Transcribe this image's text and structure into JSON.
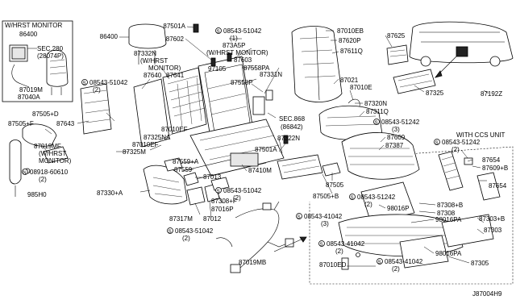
{
  "diagram_id": "J87004H9",
  "labels": [
    {
      "id": "86400a",
      "text": "W/HRST MONITOR",
      "anchor": "start"
    },
    {
      "id": "86400b",
      "text": "86400",
      "anchor": "start"
    },
    {
      "id": "sec280a",
      "text": "SEC.280",
      "anchor": "start"
    },
    {
      "id": "sec280b",
      "text": "(28074P)",
      "anchor": "start"
    },
    {
      "id": "87019M",
      "text": "87019M",
      "anchor": "start"
    },
    {
      "id": "87040A",
      "text": "87040A",
      "anchor": "start"
    },
    {
      "id": "86400c",
      "text": "86400",
      "anchor": "end"
    },
    {
      "id": "87501A_top",
      "text": "87501A",
      "anchor": "end"
    },
    {
      "id": "87602",
      "text": "87602",
      "anchor": "end"
    },
    {
      "id": "87332N_a",
      "text": "87332N",
      "anchor": "start"
    },
    {
      "id": "87332N_b",
      "text": "(W/HRST",
      "anchor": "start"
    },
    {
      "id": "87332N_c",
      "text": "MONITOR)",
      "anchor": "start"
    },
    {
      "id": "87640",
      "text": "87640",
      "anchor": "start"
    },
    {
      "id": "87641",
      "text": "87641",
      "anchor": "start"
    },
    {
      "id": "s08543_51042_a",
      "text": "08543-51042",
      "anchor": "start"
    },
    {
      "id": "s08543_51042_a2",
      "text": "(2)",
      "anchor": "start"
    },
    {
      "id": "87505D",
      "text": "87505+D",
      "anchor": "start"
    },
    {
      "id": "87505F",
      "text": "87505+F",
      "anchor": "start"
    },
    {
      "id": "87643",
      "text": "87643",
      "anchor": "start"
    },
    {
      "id": "87019MF_a",
      "text": "87019MF",
      "anchor": "start"
    },
    {
      "id": "87019MF_b",
      "text": "(W/HRST",
      "anchor": "start"
    },
    {
      "id": "87019MF_c",
      "text": "MONITOR)",
      "anchor": "start"
    },
    {
      "id": "87010EF_a",
      "text": "87010EF",
      "anchor": "start"
    },
    {
      "id": "87325NA",
      "text": "87325NA",
      "anchor": "start"
    },
    {
      "id": "87010EF_b",
      "text": "87010EF",
      "anchor": "start"
    },
    {
      "id": "87325M",
      "text": "87325M",
      "anchor": "start"
    },
    {
      "id": "n08918",
      "text": "08918-60610",
      "anchor": "start"
    },
    {
      "id": "n08918_2",
      "text": "(2)",
      "anchor": "start"
    },
    {
      "id": "985H0",
      "text": "985H0",
      "anchor": "start"
    },
    {
      "id": "87330A",
      "text": "87330+A",
      "anchor": "start"
    },
    {
      "id": "s08543_51042_top",
      "text": "08543-51042",
      "anchor": "start"
    },
    {
      "id": "s08543_51042_top2",
      "text": "(1)",
      "anchor": "start"
    },
    {
      "id": "873A5P_a",
      "text": "873A5P",
      "anchor": "start"
    },
    {
      "id": "873A5P_b",
      "text": "(W/HRST MONITOR)",
      "anchor": "start"
    },
    {
      "id": "87603",
      "text": "87603",
      "anchor": "start"
    },
    {
      "id": "97105",
      "text": "97105",
      "anchor": "start"
    },
    {
      "id": "87558PA",
      "text": "87558PA",
      "anchor": "start"
    },
    {
      "id": "87331N",
      "text": "87331N",
      "anchor": "start"
    },
    {
      "id": "87558P",
      "text": "87558P",
      "anchor": "start"
    },
    {
      "id": "sec868a",
      "text": "SEC.868",
      "anchor": "start"
    },
    {
      "id": "sec868b",
      "text": "(86842)",
      "anchor": "start"
    },
    {
      "id": "87559A",
      "text": "87559+A",
      "anchor": "start"
    },
    {
      "id": "87559",
      "text": "87559",
      "anchor": "start"
    },
    {
      "id": "87013",
      "text": "87013",
      "anchor": "start"
    },
    {
      "id": "87410M",
      "text": "87410M",
      "anchor": "start"
    },
    {
      "id": "87308F",
      "text": "87308+F",
      "anchor": "start"
    },
    {
      "id": "87016P",
      "text": "87016P",
      "anchor": "start"
    },
    {
      "id": "87317M",
      "text": "87317M",
      "anchor": "start"
    },
    {
      "id": "87012",
      "text": "87012",
      "anchor": "start"
    },
    {
      "id": "s08543_51042_mid",
      "text": "08543-51042",
      "anchor": "start"
    },
    {
      "id": "s08543_51042_mid2",
      "text": "(2)",
      "anchor": "start"
    },
    {
      "id": "s08543_51042_bot",
      "text": "08543-51042",
      "anchor": "start"
    },
    {
      "id": "s08543_51042_bot2",
      "text": "(2)",
      "anchor": "start"
    },
    {
      "id": "87019MB",
      "text": "87019MB",
      "anchor": "start"
    },
    {
      "id": "87322N",
      "text": "87322N",
      "anchor": "start"
    },
    {
      "id": "87501A_mid",
      "text": "87501A",
      "anchor": "start"
    },
    {
      "id": "87505",
      "text": "87505",
      "anchor": "start"
    },
    {
      "id": "87505B",
      "text": "87505+B",
      "anchor": "start"
    },
    {
      "id": "87010EB",
      "text": "87010EB",
      "anchor": "start"
    },
    {
      "id": "87620P",
      "text": "87620P",
      "anchor": "start"
    },
    {
      "id": "87611Q",
      "text": "87611Q",
      "anchor": "start"
    },
    {
      "id": "87625",
      "text": "87625",
      "anchor": "start"
    },
    {
      "id": "87021",
      "text": "87021",
      "anchor": "start"
    },
    {
      "id": "87010E",
      "text": "87010E",
      "anchor": "start"
    },
    {
      "id": "87325",
      "text": "87325",
      "anchor": "start"
    },
    {
      "id": "87192Z",
      "text": "87192Z",
      "anchor": "start"
    },
    {
      "id": "87320N",
      "text": "87320N",
      "anchor": "start"
    },
    {
      "id": "87311Q",
      "text": "87311Q",
      "anchor": "start"
    },
    {
      "id": "s08543_51242_a",
      "text": "08543-51242",
      "anchor": "start"
    },
    {
      "id": "s08543_51242_a2",
      "text": "(3)",
      "anchor": "start"
    },
    {
      "id": "87609",
      "text": "87609",
      "anchor": "start"
    },
    {
      "id": "87387",
      "text": "87387",
      "anchor": "start"
    },
    {
      "id": "ccs_unit",
      "text": "WITH CCS UNIT",
      "anchor": "start"
    },
    {
      "id": "s08543_51242_b",
      "text": "08543-51242",
      "anchor": "start"
    },
    {
      "id": "s08543_51242_b2",
      "text": "(2)",
      "anchor": "start"
    },
    {
      "id": "87654a",
      "text": "87654",
      "anchor": "start"
    },
    {
      "id": "87609B",
      "text": "87609+B",
      "anchor": "start"
    },
    {
      "id": "87654b",
      "text": "87654",
      "anchor": "start"
    },
    {
      "id": "s08543_51242_c",
      "text": "08543-51242",
      "anchor": "start"
    },
    {
      "id": "s08543_51242_c2",
      "text": "(2)",
      "anchor": "start"
    },
    {
      "id": "98016P",
      "text": "98016P",
      "anchor": "start"
    },
    {
      "id": "87308B",
      "text": "87308+B",
      "anchor": "start"
    },
    {
      "id": "87308",
      "text": "87308",
      "anchor": "start"
    },
    {
      "id": "98016PA_a",
      "text": "98016PA",
      "anchor": "start"
    },
    {
      "id": "87303B",
      "text": "87303+B",
      "anchor": "start"
    },
    {
      "id": "s08543_41042_a",
      "text": "08543-41042",
      "anchor": "start"
    },
    {
      "id": "s08543_41042_a2",
      "text": "(3)",
      "anchor": "start"
    },
    {
      "id": "87303",
      "text": "87303",
      "anchor": "start"
    },
    {
      "id": "s08543_41042_b",
      "text": "08543-41042",
      "anchor": "start"
    },
    {
      "id": "s08543_41042_b2",
      "text": "(2)",
      "anchor": "start"
    },
    {
      "id": "98016PA_b",
      "text": "98016PA",
      "anchor": "start"
    },
    {
      "id": "87010ED",
      "text": "87010ED",
      "anchor": "start"
    },
    {
      "id": "s08543_41042_c",
      "text": "08543-41042",
      "anchor": "start"
    },
    {
      "id": "s08543_41042_c2",
      "text": "(2)",
      "anchor": "start"
    },
    {
      "id": "87305",
      "text": "87305",
      "anchor": "start"
    },
    {
      "id": "diagram_id",
      "text": "J87004H9",
      "anchor": "start"
    }
  ]
}
